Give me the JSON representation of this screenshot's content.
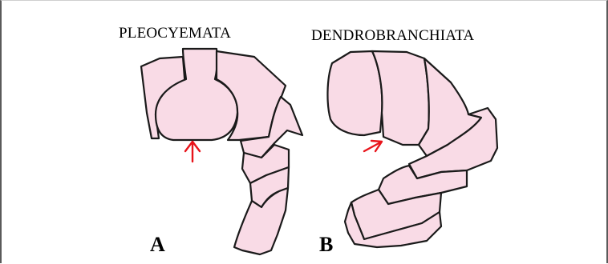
{
  "panel_a": {
    "title": "PLEOCYEMATA",
    "letter": "A"
  },
  "panel_b": {
    "title": "DENDROBRANCHIATA",
    "letter": "B"
  },
  "colors": {
    "segment_fill": "#f9dbe6",
    "outline": "#1a1a1a",
    "arrow": "#e8141b"
  }
}
